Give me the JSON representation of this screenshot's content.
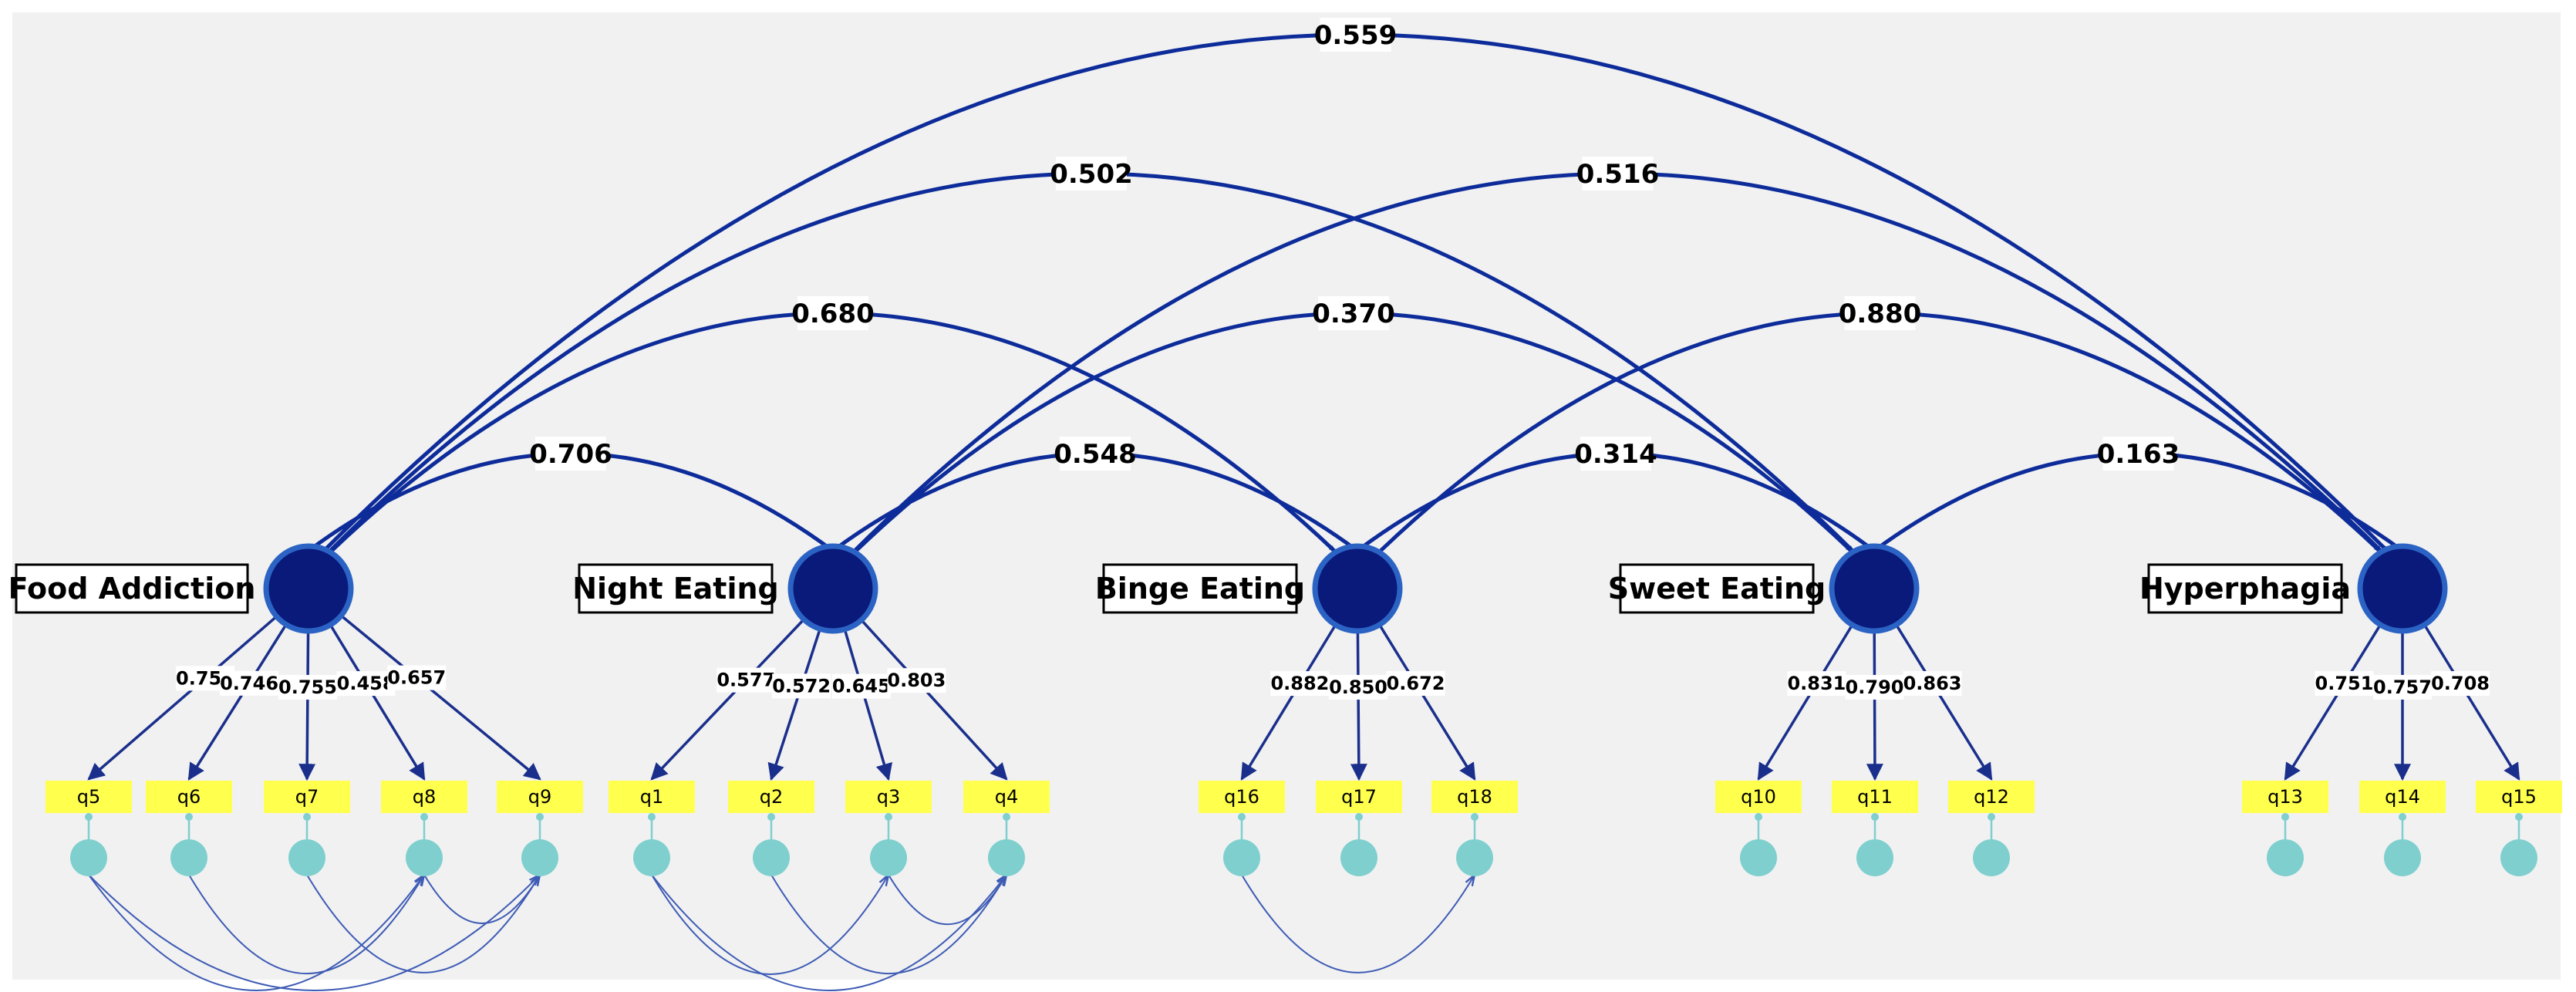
{
  "colors": {
    "background": "#f1f1f1",
    "latent_fill": "#0a1a7a",
    "latent_stroke": "#2b63c4",
    "covariance_line": "#0d2c9a",
    "loading_line": "#1a2f8c",
    "item_fill": "#ffff4d",
    "error_fill": "#7fcfcf",
    "error_cov_line": "#3e5bb5"
  },
  "factors": [
    {
      "id": "F1",
      "name": "Food Addiction",
      "items": [
        "q5",
        "q6",
        "q7",
        "q8",
        "q9"
      ],
      "loadings": [
        "0.754",
        "0.746",
        "0.755",
        "0.458",
        "0.657"
      ]
    },
    {
      "id": "F2",
      "name": "Night Eating",
      "items": [
        "q1",
        "q2",
        "q3",
        "q4"
      ],
      "loadings": [
        "0.577",
        "0.572",
        "0.645",
        "0.803"
      ]
    },
    {
      "id": "F3",
      "name": "Binge Eating",
      "items": [
        "q16",
        "q17",
        "q18"
      ],
      "loadings": [
        "0.882",
        "0.850",
        "0.672"
      ]
    },
    {
      "id": "F4",
      "name": "Sweet Eating",
      "items": [
        "q10",
        "q11",
        "q12"
      ],
      "loadings": [
        "0.831",
        "0.790",
        "0.863"
      ]
    },
    {
      "id": "F5",
      "name": "Hyperphagia",
      "items": [
        "q13",
        "q14",
        "q15"
      ],
      "loadings": [
        "0.751",
        "0.757",
        "0.708"
      ]
    }
  ],
  "correlations": [
    {
      "from": "F1",
      "to": "F2",
      "value": "0.706"
    },
    {
      "from": "F2",
      "to": "F3",
      "value": "0.548"
    },
    {
      "from": "F3",
      "to": "F4",
      "value": "0.314"
    },
    {
      "from": "F4",
      "to": "F5",
      "value": "0.163"
    },
    {
      "from": "F1",
      "to": "F3",
      "value": "0.680"
    },
    {
      "from": "F2",
      "to": "F4",
      "value": "0.370"
    },
    {
      "from": "F3",
      "to": "F5",
      "value": "0.880"
    },
    {
      "from": "F1",
      "to": "F4",
      "value": "0.502"
    },
    {
      "from": "F2",
      "to": "F5",
      "value": "0.516"
    },
    {
      "from": "F1",
      "to": "F5",
      "value": "0.559"
    }
  ],
  "error_covariances": [
    {
      "from": "q5",
      "to": "q8"
    },
    {
      "from": "q5",
      "to": "q9"
    },
    {
      "from": "q6",
      "to": "q8"
    },
    {
      "from": "q7",
      "to": "q9"
    },
    {
      "from": "q8",
      "to": "q9"
    },
    {
      "from": "q1",
      "to": "q3"
    },
    {
      "from": "q1",
      "to": "q4"
    },
    {
      "from": "q2",
      "to": "q4"
    },
    {
      "from": "q3",
      "to": "q4"
    },
    {
      "from": "q16",
      "to": "q18"
    }
  ]
}
